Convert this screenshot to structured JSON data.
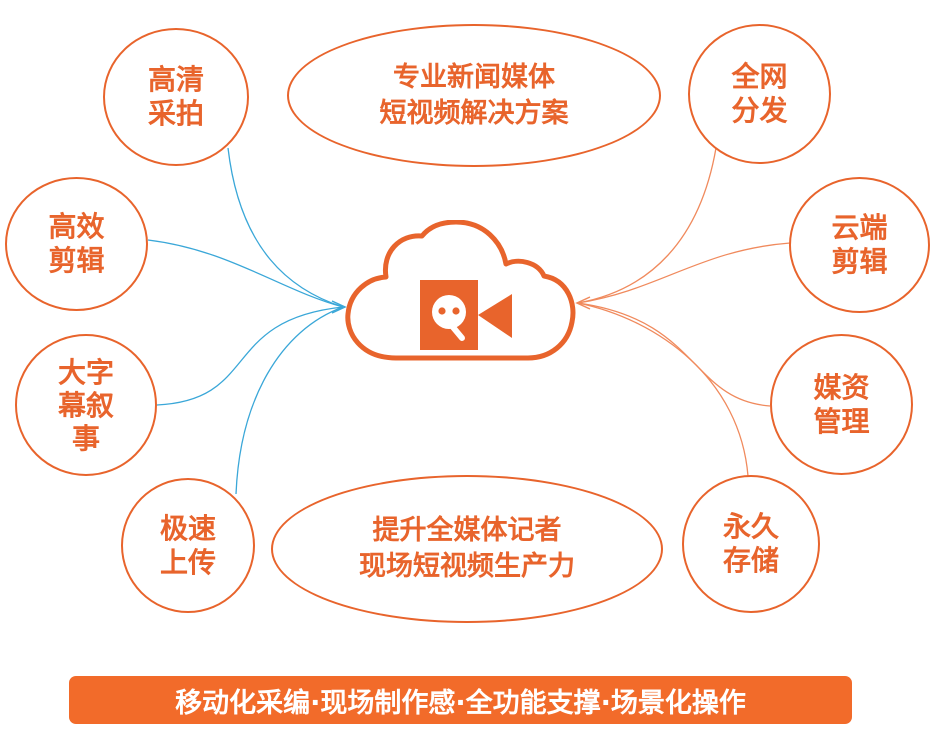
{
  "colors": {
    "accent": "#e8642c",
    "banner": "#f26b2a",
    "link_left": "#3aa7d8",
    "link_right": "#f08a5d"
  },
  "center": {
    "icon": "video-camera-q-icon",
    "letter": "Q"
  },
  "top_oval": {
    "line1": "专业新闻媒体",
    "line2": "短视频解决方案"
  },
  "bottom_oval": {
    "line1": "提升全媒体记者",
    "line2": "现场短视频生产力"
  },
  "left_nodes": [
    {
      "line1": "高清",
      "line2": "采拍"
    },
    {
      "line1": "高效",
      "line2": "剪辑"
    },
    {
      "line1": "大字",
      "line2": "幕叙",
      "line3": "事"
    },
    {
      "line1": "极速",
      "line2": "上传"
    }
  ],
  "right_nodes": [
    {
      "line1": "全网",
      "line2": "分发"
    },
    {
      "line1": "云端",
      "line2": "剪辑"
    },
    {
      "line1": "媒资",
      "line2": "管理"
    },
    {
      "line1": "永久",
      "line2": "存储"
    }
  ],
  "banner": {
    "text": "移动化采编·现场制作感·全功能支撑·场景化操作"
  }
}
